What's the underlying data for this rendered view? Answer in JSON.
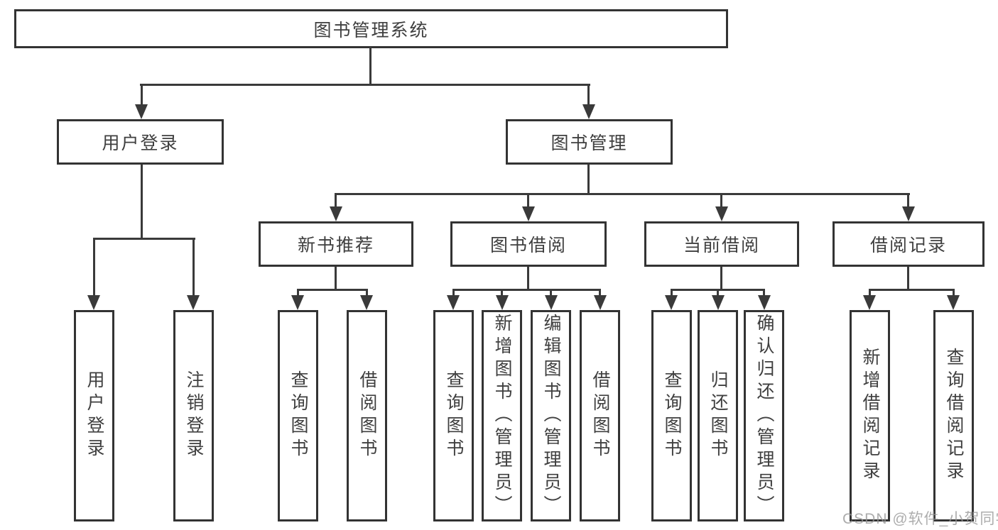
{
  "watermark": "CSDN @软件_小贺同学",
  "tree": {
    "root": "图书管理系统",
    "branches": [
      {
        "label": "用户登录",
        "children": [
          "用户登录",
          "注销登录"
        ]
      },
      {
        "label": "图书管理",
        "sections": [
          {
            "label": "新书推荐",
            "children": [
              "查询图书",
              "借阅图书"
            ]
          },
          {
            "label": "图书借阅",
            "children": [
              "查询图书",
              "新增图书（管理员）",
              "编辑图书（管理员）",
              "借阅图书"
            ]
          },
          {
            "label": "当前借阅",
            "children": [
              "查询图书",
              "归还图书",
              "确认归还（管理员）"
            ]
          },
          {
            "label": "借阅记录",
            "children": [
              "新增借阅记录",
              "查询借阅记录"
            ]
          }
        ]
      }
    ]
  }
}
